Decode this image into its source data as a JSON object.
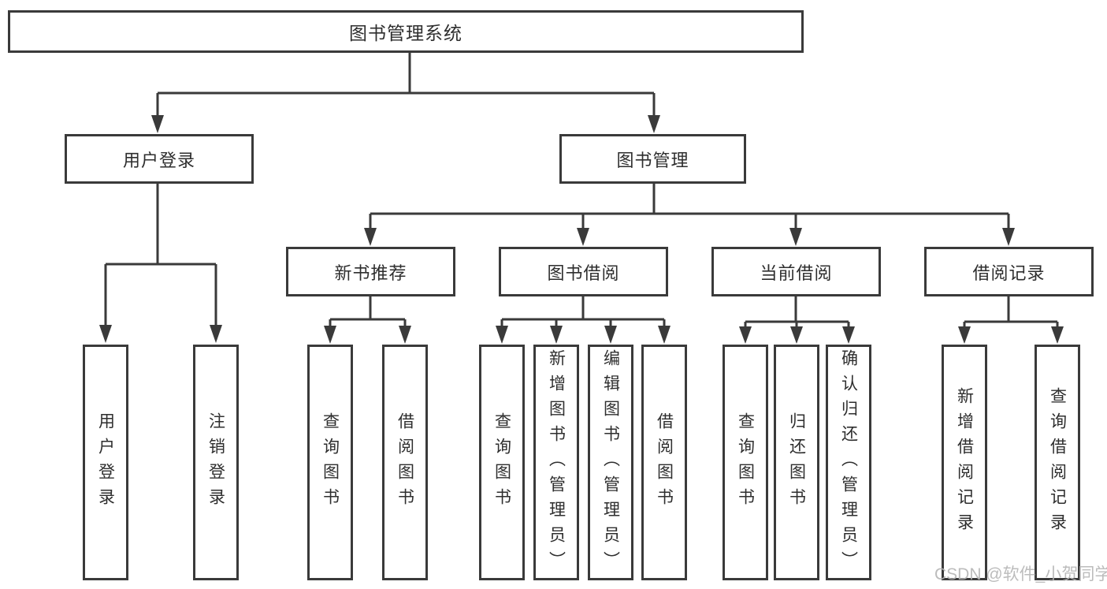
{
  "diagram": {
    "root": {
      "label": "图书管理系统"
    },
    "level2": [
      {
        "label": "用户登录"
      },
      {
        "label": "图书管理"
      }
    ],
    "level3": [
      {
        "label": "新书推荐"
      },
      {
        "label": "图书借阅"
      },
      {
        "label": "当前借阅"
      },
      {
        "label": "借阅记录"
      }
    ],
    "leaves": [
      {
        "parent": "用户登录",
        "label": "用户登录"
      },
      {
        "parent": "用户登录",
        "label": "注销登录"
      },
      {
        "parent": "新书推荐",
        "label": "查询图书"
      },
      {
        "parent": "新书推荐",
        "label": "借阅图书"
      },
      {
        "parent": "图书借阅",
        "label": "查询图书"
      },
      {
        "parent": "图书借阅",
        "label": "新增图书（管理员）"
      },
      {
        "parent": "图书借阅",
        "label": "编辑图书（管理员）"
      },
      {
        "parent": "图书借阅",
        "label": "借阅图书"
      },
      {
        "parent": "当前借阅",
        "label": "查询图书"
      },
      {
        "parent": "当前借阅",
        "label": "归还图书"
      },
      {
        "parent": "当前借阅",
        "label": "确认归还（管理员）"
      },
      {
        "parent": "借阅记录",
        "label": "新增借阅记录"
      },
      {
        "parent": "借阅记录",
        "label": "查询借阅记录"
      }
    ],
    "watermark": "CSDN @软件_小贺同学",
    "colors": {
      "line": "#3a3a3a",
      "text": "#2e2e2e",
      "background": "#ffffff",
      "watermark": "#b5b5b5"
    }
  }
}
